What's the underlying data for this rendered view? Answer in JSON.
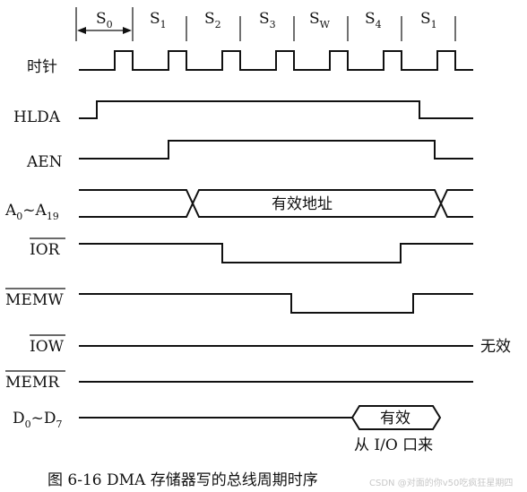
{
  "states": [
    {
      "base": "S",
      "sub": "0"
    },
    {
      "base": "S",
      "sub": "1"
    },
    {
      "base": "S",
      "sub": "2"
    },
    {
      "base": "S",
      "sub": "3"
    },
    {
      "base": "S",
      "sub": "W"
    },
    {
      "base": "S",
      "sub": "4"
    },
    {
      "base": "S",
      "sub": "1"
    }
  ],
  "signals": {
    "clock": "时针",
    "hlda": "HLDA",
    "aen": "AEN",
    "addr": {
      "a": "A",
      "a_sub": "0",
      "tilde": "~A",
      "b_sub": "19"
    },
    "ior": "IOR",
    "memw": "MEMW",
    "iow": "IOW",
    "memr": "MEMR",
    "data": {
      "a": "D",
      "a_sub": "0",
      "tilde": "~D",
      "b_sub": "7"
    }
  },
  "annotations": {
    "address_valid": "有效地址",
    "iow_invalid": "无效",
    "data_valid": "有效",
    "data_source": "从 I/O 口来"
  },
  "caption": "图 6-16   DMA 存储器写的总线周期时序",
  "watermark": "CSDN @对面的你v50吃疯狂星期四"
}
